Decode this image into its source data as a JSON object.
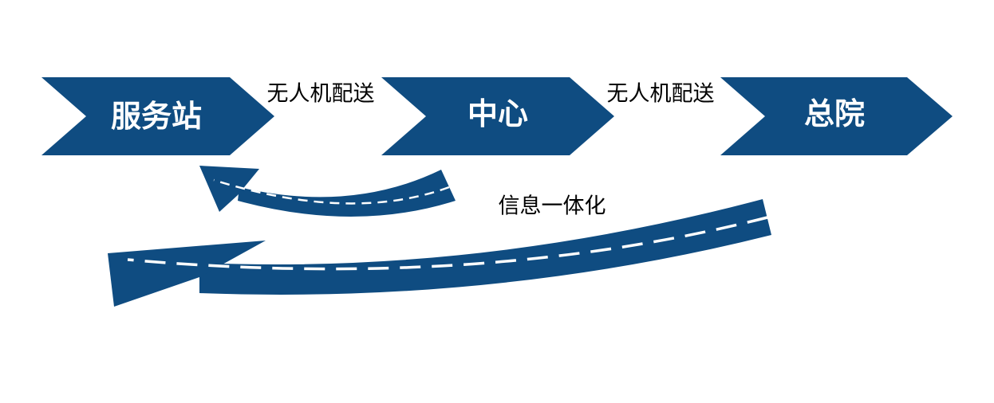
{
  "colors": {
    "primary": "#0f4c81",
    "dash": "#ffffff",
    "label": "#000000"
  },
  "flow": {
    "stages": [
      {
        "label": "服务站"
      },
      {
        "label": "中心"
      },
      {
        "label": "总院"
      }
    ],
    "connectors": [
      {
        "label": "无人机配送"
      },
      {
        "label": "无人机配送"
      }
    ]
  },
  "feedback": {
    "label": "信息一体化"
  }
}
